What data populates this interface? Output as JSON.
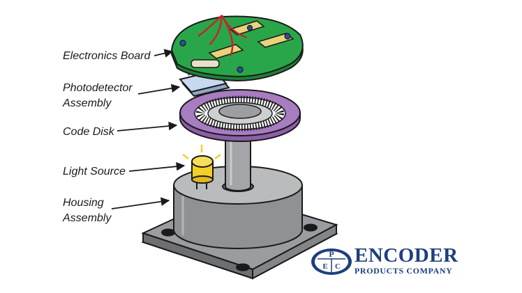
{
  "labels": {
    "electronics_board": "Electronics Board",
    "photodetector_line1": "Photodetector",
    "photodetector_line2": "Assembly",
    "code_disk": "Code Disk",
    "light_source": "Light Source",
    "housing_line1": "Housing",
    "housing_line2": "Assembly"
  },
  "logo": {
    "name": "ENCODER",
    "tagline": "PRODUCTS COMPANY",
    "monogram_letters": [
      "E",
      "P",
      "C"
    ]
  },
  "colors": {
    "board_green": "#2aa64a",
    "disk_purple": "#a77cc0",
    "led_yellow": "#f2cf2a",
    "housing_gray": "#8f9194",
    "logo_navy": "#1d3f7e"
  }
}
